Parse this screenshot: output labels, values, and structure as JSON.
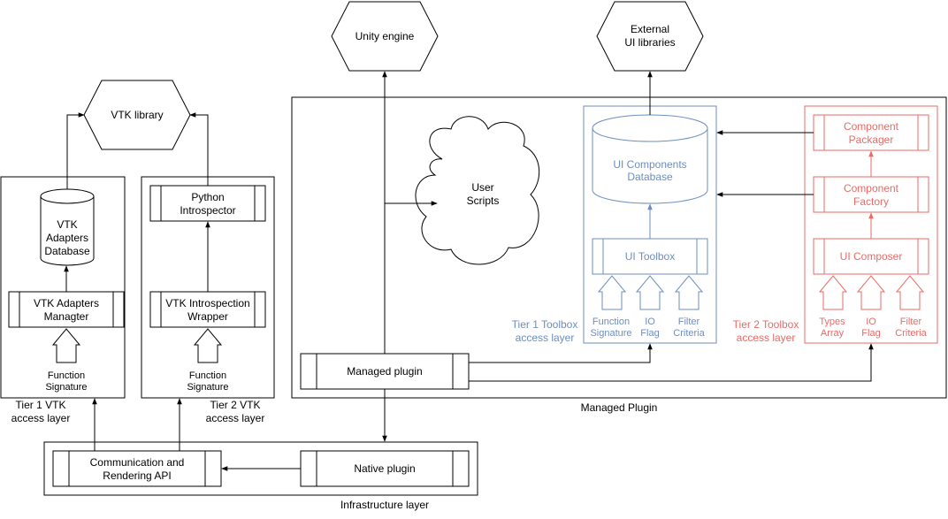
{
  "colors": {
    "black": "#000000",
    "blue": "#6c8ebf",
    "red": "#ea6b66"
  },
  "nodes": {
    "unity_engine": "Unity engine",
    "external_ui_libraries": [
      "External",
      "UI libraries"
    ],
    "vtk_library": "VTK library",
    "vtk_adapters_database": [
      "VTK",
      "Adapters",
      "Database"
    ],
    "vtk_adapters_manager": [
      "VTK Adapters",
      "Managter"
    ],
    "python_introspector": [
      "Python",
      "Introspector"
    ],
    "vtk_introspection_wrapper": [
      "VTK Introspection",
      "Wrapper"
    ],
    "user_scripts": [
      "User",
      "Scripts"
    ],
    "ui_components_database": [
      "UI Components",
      "Database"
    ],
    "ui_toolbox": "UI Toolbox",
    "component_packager": [
      "Component",
      "Packager"
    ],
    "component_factory": [
      "Component",
      "Factory"
    ],
    "ui_composer": "UI Composer",
    "managed_plugin_box": "Managed plugin",
    "native_plugin": "Native plugin",
    "communication_api": [
      "Communication and",
      "Rendering API"
    ]
  },
  "inputs": {
    "tier1_vtk": [
      "Function",
      "Signature"
    ],
    "tier2_vtk": [
      "Function",
      "Signature"
    ],
    "tier1_toolbox": [
      [
        "Function",
        "Signature"
      ],
      [
        "IO",
        "Flag"
      ],
      [
        "Filter",
        "Criteria"
      ]
    ],
    "tier2_toolbox": [
      [
        "Types",
        "Array"
      ],
      [
        "IO",
        "Flag"
      ],
      [
        "Filter",
        "Criteria"
      ]
    ]
  },
  "layers": {
    "tier1_vtk": [
      "Tier 1 VTK",
      "access layer"
    ],
    "tier2_vtk": [
      "Tier 2 VTK",
      "access layer"
    ],
    "tier1_toolbox": [
      "Tier 1 Toolbox",
      "access layer"
    ],
    "tier2_toolbox": [
      "Tier 2 Toolbox",
      "access layer"
    ],
    "managed_plugin": "Managed Plugin",
    "infrastructure": "Infrastructure layer"
  }
}
